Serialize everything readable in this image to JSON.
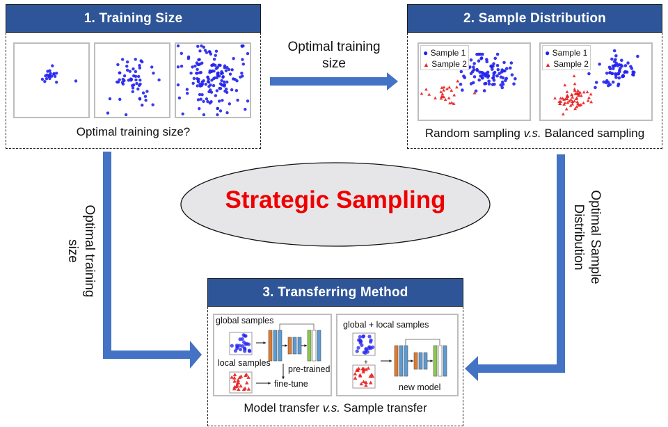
{
  "sections": {
    "training_size": {
      "title": "1. Training Size",
      "caption": "Optimal training size?",
      "panels": [
        {
          "name": "small",
          "point_count": 20
        },
        {
          "name": "medium",
          "point_count": 55
        },
        {
          "name": "large",
          "point_count": 150
        }
      ]
    },
    "sample_distribution": {
      "title": "2. Sample Distribution",
      "caption_left": "Random sampling ",
      "caption_italic": "v.s.",
      "caption_right": " Balanced sampling",
      "legend": {
        "series1": "Sample 1",
        "series2": "Sample 2"
      },
      "panels": [
        {
          "name": "random-sampling",
          "sample1_count": 90,
          "sample2_count": 25
        },
        {
          "name": "balanced-sampling",
          "sample1_count": 60,
          "sample2_count": 60
        }
      ]
    },
    "transferring_method": {
      "title": "3. Transferring Method",
      "caption_left": "Model transfer ",
      "caption_italic": "v.s.",
      "caption_right": " Sample transfer",
      "model_transfer": {
        "global_label": "global samples",
        "local_label": "local samples",
        "pretrained_label": "pre-trained",
        "finetune_label": "fine-tune"
      },
      "sample_transfer": {
        "combined_label": "global + local samples",
        "plus": "+",
        "new_model_label": "new model"
      }
    }
  },
  "center": {
    "title": "Strategic Sampling"
  },
  "arrows": {
    "top": {
      "line1": "Optimal training",
      "line2": "size"
    },
    "left": {
      "line1": "Optimal training",
      "line2": "size"
    },
    "right": {
      "line1": "Optimal Sample",
      "line2": "Distribution"
    }
  },
  "colors": {
    "header": "#2e5597",
    "arrow": "#4472c4",
    "sample1": "#2222ee",
    "sample2": "#e82020",
    "center_text": "#ee0000",
    "ellipse_fill": "#e6e6e8",
    "layer_orange": "#e07a2c",
    "layer_blue": "#5b9bd5",
    "layer_green": "#8cc84b"
  }
}
